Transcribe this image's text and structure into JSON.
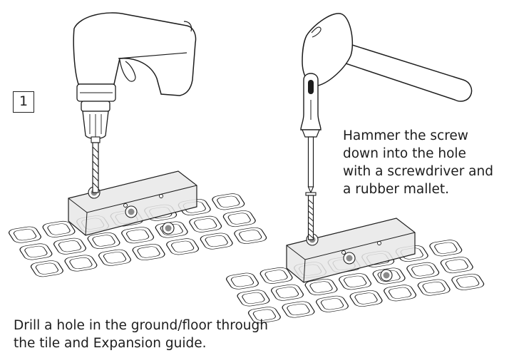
{
  "step": {
    "number": "1"
  },
  "captions": {
    "hammer": [
      "Hammer the screw",
      "down into the hole",
      "with a screwdriver and",
      "a rubber mallet."
    ],
    "drill": [
      "Drill a hole in the ground/floor through",
      "the tile and Expansion guide."
    ]
  },
  "colors": {
    "ink": "#1d1d1d",
    "guide_fill": "#e8e8e8",
    "hole": "#8a8a8a"
  },
  "icons": [
    "drill-icon",
    "drill-bit-icon",
    "rubber-mallet-icon",
    "screwdriver-icon",
    "screw-icon",
    "floor-tile-grid",
    "expansion-guide"
  ]
}
